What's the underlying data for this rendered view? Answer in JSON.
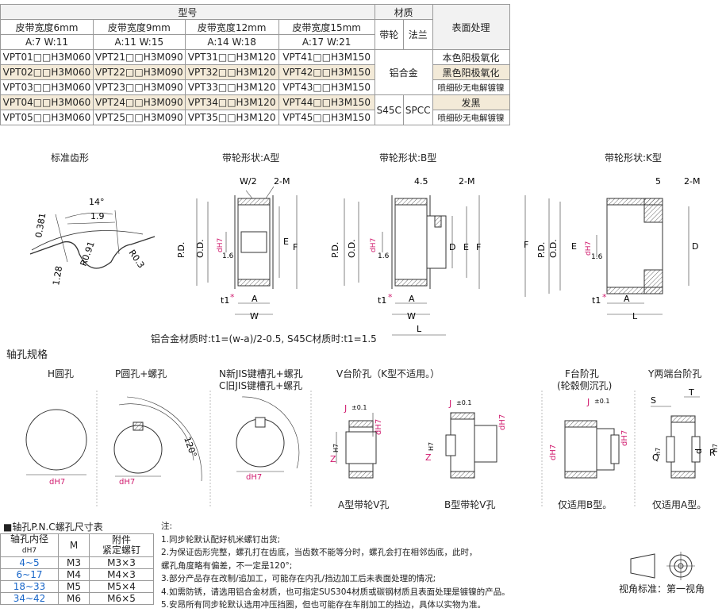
{
  "table": {
    "header_model": "型号",
    "header_material": "材质",
    "header_surface": "表面处理",
    "col_widths": [
      "皮带宽度6mm",
      "皮带宽度9mm",
      "皮带宽度12mm",
      "皮带宽度15mm"
    ],
    "col_aw": [
      "A:7 W:11",
      "A:11 W:15",
      "A:14 W:18",
      "A:17 W:21"
    ],
    "mat_pulley": "带轮",
    "mat_flange": "法兰",
    "rows": [
      [
        "VPT01□□H3M060",
        "VPT21□□H3M090",
        "VPT31□□H3M120",
        "VPT41□□H3M150"
      ],
      [
        "VPT02□□H3M060",
        "VPT22□□H3M090",
        "VPT32□□H3M120",
        "VPT42□□H3M150"
      ],
      [
        "VPT03□□H3M060",
        "VPT23□□H3M090",
        "VPT33□□H3M120",
        "VPT43□□H3M150"
      ],
      [
        "VPT04□□H3M060",
        "VPT24□□H3M090",
        "VPT34□□H3M120",
        "VPT44□□H3M150"
      ],
      [
        "VPT05□□H3M060",
        "VPT25□□H3M090",
        "VPT35□□H3M120",
        "VPT45□□H3M150"
      ]
    ],
    "mat_al": "铝合金",
    "mat_s45c": "S45C",
    "mat_spcc": "SPCC",
    "surface": [
      "本色阳极氧化",
      "黑色阳极氧化",
      "喷细砂无电解镀镍",
      "发黑",
      "喷细砂无电解镀镍"
    ]
  },
  "drawings": {
    "std_tooth": "标准齿形",
    "type_a": "带轮形状:A型",
    "type_b": "带轮形状:B型",
    "type_k": "带轮形状:K型",
    "dim_14": "14°",
    "dim_19": "1.9",
    "dim_0381": "0.381",
    "dim_r091": "R0.91",
    "dim_r03": "R0.3",
    "dim_128": "1.28",
    "w2": "W/2",
    "m2": "2-M",
    "d45": "4.5",
    "d5": "5",
    "pd": "P.D.",
    "od": "O.D.",
    "dH7": "dH7",
    "E": "E",
    "F": "F",
    "D": "D",
    "A": "A",
    "W": "W",
    "L": "L",
    "t1": "t1",
    "star": "*",
    "r16": "1.6",
    "note_t1": "铝合金材质时:t1=(w-a)/2-0.5, S45C材质时:t1=1.5"
  },
  "shaft": {
    "title": "轴孔规格",
    "h": "H圆孔",
    "p": "P圆孔+螺孔",
    "n1": "N新JIS键槽孔+螺孔",
    "n2": "C旧JIS键槽孔+螺孔",
    "v": "V台阶孔（K型不适用。）",
    "f1": "F台阶孔",
    "f2": "(轮毂侧沉孔)",
    "y": "Y两端台阶孔",
    "dh7": "dH7",
    "angle": "120°",
    "j": "J",
    "j01": "±0.1",
    "z": "Z",
    "zh7": "H7",
    "s": "S",
    "t": "T",
    "q": "Q",
    "r": "R",
    "h7": "h7",
    "d": "d",
    "cap_av": "A型带轮V孔",
    "cap_bv": "B型带轮V孔",
    "cap_b": "仅适用B型。",
    "cap_a": "仅适用A型。"
  },
  "bolt": {
    "title": "■轴孔P.N.C螺孔尺寸表",
    "h_dia": "轴孔内径",
    "h_dia2": "dH7",
    "h_m": "M",
    "h_screw": "附件",
    "h_screw2": "紧定螺钉",
    "rows": [
      [
        "4~5",
        "M3",
        "M3×3"
      ],
      [
        "6~17",
        "M4",
        "M4×3"
      ],
      [
        "18~33",
        "M5",
        "M5×4"
      ],
      [
        "34~42",
        "M6",
        "M6×5"
      ]
    ]
  },
  "notes": {
    "title": "注:",
    "lines": [
      "1.同步轮默认配好机米螺钉出货;",
      "2.为保证齿形完整，螺孔打在齿底，当齿数不能等分时，螺孔会打在相邻齿底，此时，",
      "   螺孔角度略有偏差，不一定是120°;",
      "3.部分产品存在改制/追加工，可能存在内孔/挡边加工后未表面处理的情况;",
      "4.如需防锈，请选用铝合金材质，也可指定SUS304材质或碳钢材质且表面处理是镀镍的产品。",
      "5.安昂所有同步轮默认选用冲压挡圈，但也可能存在车削加工的挡边，具体以实物为准。"
    ]
  },
  "view": {
    "label": "视角标准：第一视角"
  }
}
